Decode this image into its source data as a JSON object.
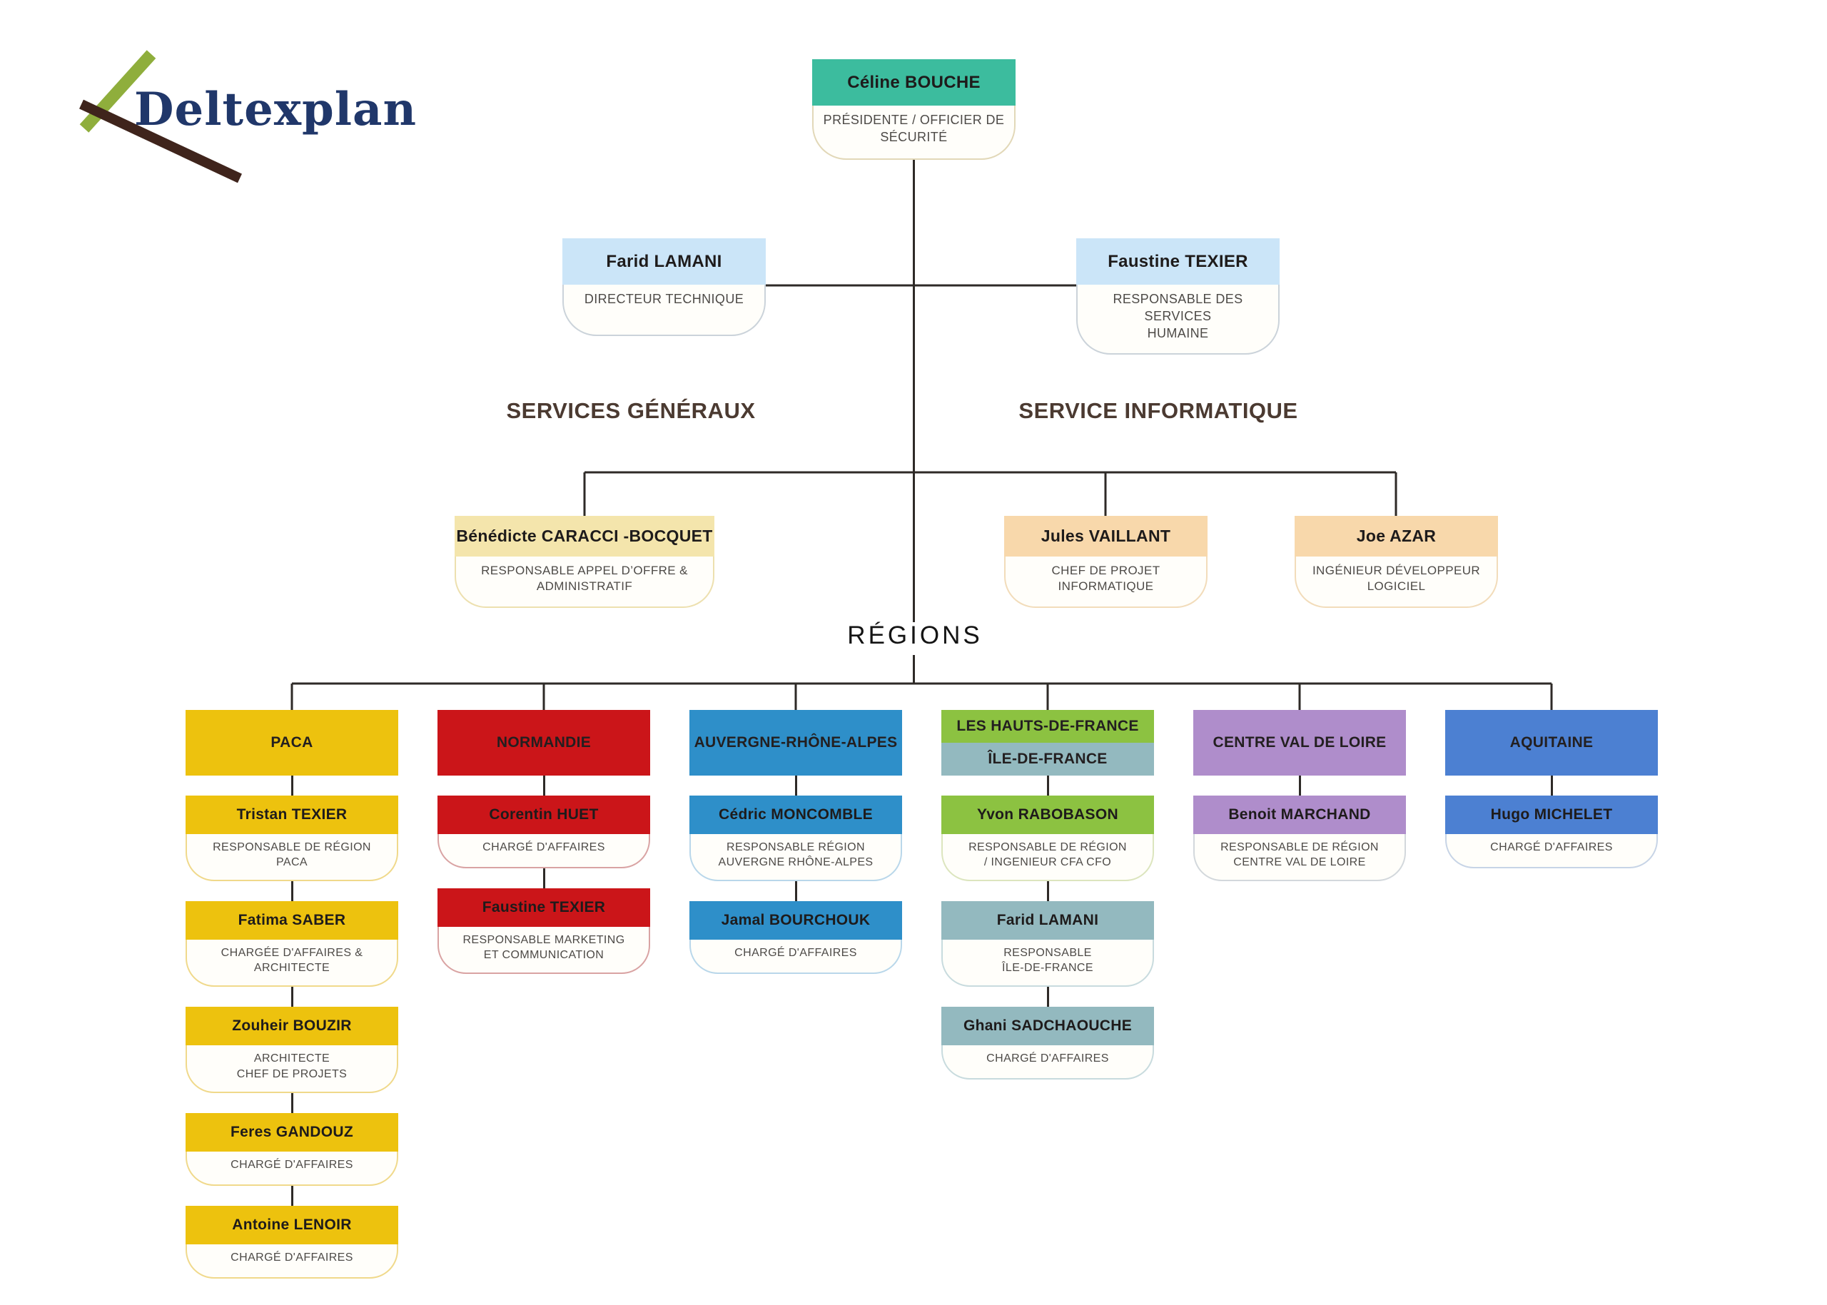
{
  "logo": {
    "text": "Deltexplan",
    "navy": "#20376A",
    "green": "#8FAE3C",
    "brown": "#3F241C"
  },
  "connector_color": "#2E2A27",
  "themes": {
    "teal": {
      "header": "#3CBC9E",
      "border": "#E2D8B8"
    },
    "lightblue": {
      "header": "#CBE5F8",
      "border": "#CBD3DA"
    },
    "cream": {
      "header": "#F4E5AC",
      "border": "#EDE0AF"
    },
    "peach": {
      "header": "#F8D8AB",
      "border": "#F2DCBA"
    },
    "yellow": {
      "header": "#EDC20E",
      "border": "#F0D98B"
    },
    "red": {
      "header": "#CB1519",
      "border": "#D9A3A3"
    },
    "blue": {
      "header": "#2E8FC9",
      "border": "#B9D7EA"
    },
    "green": {
      "header": "#8CC241",
      "border": "#DCE5BE"
    },
    "idf": {
      "header": "#93B9BF",
      "border": "#C8DBDE"
    },
    "purple": {
      "header": "#AF8DCB",
      "border": "#D3D8DC"
    },
    "royal": {
      "header": "#4C80D2",
      "border": "#C7D4E6"
    }
  },
  "org": {
    "root": {
      "name": "Céline BOUCHE",
      "title": "PRÉSIDENTE / OFFICIER DE\nSÉCURITÉ",
      "theme": "teal"
    },
    "directors": [
      {
        "name": "Farid LAMANI",
        "title": "DIRECTEUR TECHNIQUE",
        "theme": "lightblue"
      },
      {
        "name": "Faustine TEXIER",
        "title": "RESPONSABLE DES SERVICES\nHUMAINE",
        "theme": "lightblue"
      }
    ],
    "sections": [
      {
        "label": "SERVICES GÉNÉRAUX"
      },
      {
        "label": "SERVICE INFORMATIQUE"
      }
    ],
    "department_heads": [
      {
        "name": "Bénédicte CARACCI -BOCQUET",
        "title": "RESPONSABLE APPEL D’OFFRE &\nADMINISTRATIF",
        "theme": "cream"
      },
      {
        "name": "Jules VAILLANT",
        "title": "CHEF DE PROJET\nINFORMATIQUE",
        "theme": "peach"
      },
      {
        "name": "Joe AZAR",
        "title": "INGÉNIEUR DÉVELOPPEUR\nLOGICIEL",
        "theme": "peach"
      }
    ],
    "regions_label": "RÉGIONS",
    "regions": [
      {
        "headers": [
          {
            "label": "PACA",
            "theme": "yellow"
          }
        ],
        "members": [
          {
            "name": "Tristan TEXIER",
            "title": "RESPONSABLE DE RÉGION\nPACA",
            "theme": "yellow"
          },
          {
            "name": "Fatima SABER",
            "title": "CHARGÉE D'AFFAIRES &\nARCHITECTE",
            "theme": "yellow"
          },
          {
            "name": "Zouheir BOUZIR",
            "title": "ARCHITECTE\nCHEF DE PROJETS",
            "theme": "yellow"
          },
          {
            "name": "Feres GANDOUZ",
            "title": "CHARGÉ D'AFFAIRES",
            "theme": "yellow"
          },
          {
            "name": "Antoine LENOIR",
            "title": "CHARGÉ D'AFFAIRES",
            "theme": "yellow"
          }
        ]
      },
      {
        "headers": [
          {
            "label": "NORMANDIE",
            "theme": "red"
          }
        ],
        "members": [
          {
            "name": "Corentin HUET",
            "title": "CHARGÉ D'AFFAIRES",
            "theme": "red"
          },
          {
            "name": "Faustine TEXIER",
            "title": "RESPONSABLE MARKETING\nET COMMUNICATION",
            "theme": "red"
          }
        ]
      },
      {
        "headers": [
          {
            "label": "AUVERGNE-RHÔNE-ALPES",
            "theme": "blue"
          }
        ],
        "members": [
          {
            "name": "Cédric MONCOMBLE",
            "title": "RESPONSABLE RÉGION\nAUVERGNE RHÔNE-ALPES",
            "theme": "blue"
          },
          {
            "name": "Jamal BOURCHOUK",
            "title": "CHARGÉ D'AFFAIRES",
            "theme": "blue"
          }
        ]
      },
      {
        "headers": [
          {
            "label": "LES HAUTS-DE-FRANCE",
            "theme": "green"
          },
          {
            "label": "ÎLE-DE-FRANCE",
            "theme": "idf"
          }
        ],
        "members": [
          {
            "name": "Yvon RABOBASON",
            "title": "RESPONSABLE DE RÉGION\n/ INGENIEUR CFA CFO",
            "theme": "green"
          },
          {
            "name": "Farid LAMANI",
            "title": "RESPONSABLE\nÎLE-DE-FRANCE",
            "theme": "idf"
          },
          {
            "name": "Ghani SADCHAOUCHE",
            "title": "CHARGÉ D'AFFAIRES",
            "theme": "idf"
          }
        ]
      },
      {
        "headers": [
          {
            "label": "CENTRE VAL DE LOIRE",
            "theme": "purple"
          }
        ],
        "members": [
          {
            "name": "Benoit MARCHAND",
            "title": "RESPONSABLE DE RÉGION\nCENTRE VAL DE LOIRE",
            "theme": "purple"
          }
        ]
      },
      {
        "headers": [
          {
            "label": "AQUITAINE",
            "theme": "royal"
          }
        ],
        "members": [
          {
            "name": "Hugo MICHELET",
            "title": "CHARGÉ D'AFFAIRES",
            "theme": "royal"
          }
        ]
      }
    ]
  }
}
